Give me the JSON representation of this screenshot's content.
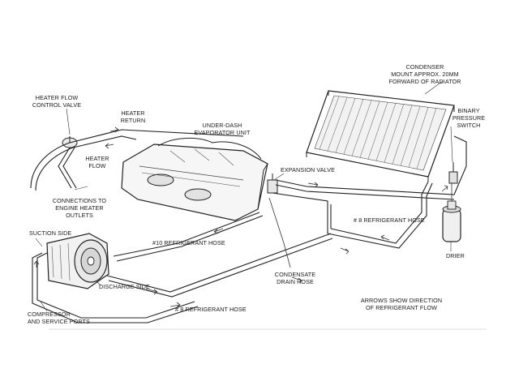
{
  "labels": {
    "condenser_1": "CONDENSER",
    "condenser_2": "MOUNT APPROX. 20MM",
    "condenser_3": "FORWARD OF RADIATOR",
    "heater_valve_1": "HEATER FLOW",
    "heater_valve_2": "CONTROL VALVE",
    "heater_return_1": "HEATER",
    "heater_return_2": "RETURN",
    "evap_1": "UNDER-DASH",
    "evap_2": "EVAPORATOR UNIT",
    "binary_1": "BINARY",
    "binary_2": "PRESSURE",
    "binary_3": "SWITCH",
    "heater_flow_1": "HEATER",
    "heater_flow_2": "FLOW",
    "expansion_valve": "EXPANSION VALVE",
    "conn_1": "CONNECTIONS TO",
    "conn_2": "ENGINE HEATER",
    "conn_3": "OUTLETS",
    "hose8_right": "# 8 REFRIGERANT HOSE",
    "suction_side": "SUCTION SIDE",
    "hose10": "#10 REFRIGERANT HOSE",
    "drier": "DRIER",
    "condensate_1": "CONDENSATE",
    "condensate_2": "DRAIN HOSE",
    "discharge_side": "DISCHARGE SIDE",
    "arrows_1": "ARROWS SHOW DIRECTION",
    "arrows_2": "OF REFRIGERANT FLOW",
    "compressor_1": "COMPRESSOR",
    "compressor_2": "AND SERVICE PORTS",
    "hose8_bottom": "# 8 REFRIGERANT HOSE"
  },
  "colors": {
    "ink": "#222222",
    "paper": "#ffffff"
  }
}
